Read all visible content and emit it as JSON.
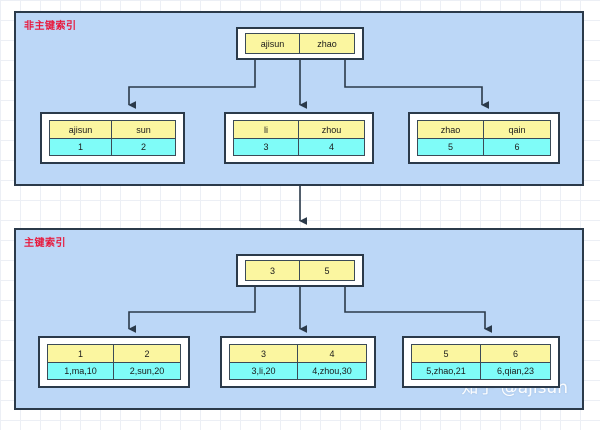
{
  "diagram": {
    "title": "MySQL InnoDB index B+Tree diagram",
    "colors": {
      "panel_fill": "#bcd7f7",
      "panel_border": "#2b3a4a",
      "key_cell_fill": "#fbf6a0",
      "value_cell_fill": "#7ffcf8",
      "label_text": "#e8183c",
      "connector": "#2b3a4a",
      "grid": "#eceff5"
    },
    "watermark": "知乎 @ajisun"
  },
  "panels": [
    {
      "id": "secondary-index",
      "label": "非主键索引",
      "root": {
        "cells": [
          "ajisun",
          "zhao"
        ]
      },
      "leaves": [
        {
          "keys": [
            "ajisun",
            "sun"
          ],
          "values": [
            "1",
            "2"
          ]
        },
        {
          "keys": [
            "li",
            "zhou"
          ],
          "values": [
            "3",
            "4"
          ]
        },
        {
          "keys": [
            "zhao",
            "qain"
          ],
          "values": [
            "5",
            "6"
          ]
        }
      ]
    },
    {
      "id": "primary-index",
      "label": "主键索引",
      "root": {
        "cells": [
          "3",
          "5"
        ]
      },
      "leaves": [
        {
          "keys": [
            "1",
            "2"
          ],
          "values": [
            "1,ma,10",
            "2,sun,20"
          ]
        },
        {
          "keys": [
            "3",
            "4"
          ],
          "values": [
            "3,li,20",
            "4,zhou,30"
          ]
        },
        {
          "keys": [
            "5",
            "6"
          ],
          "values": [
            "5,zhao,21",
            "6,qian,23"
          ]
        }
      ]
    }
  ]
}
